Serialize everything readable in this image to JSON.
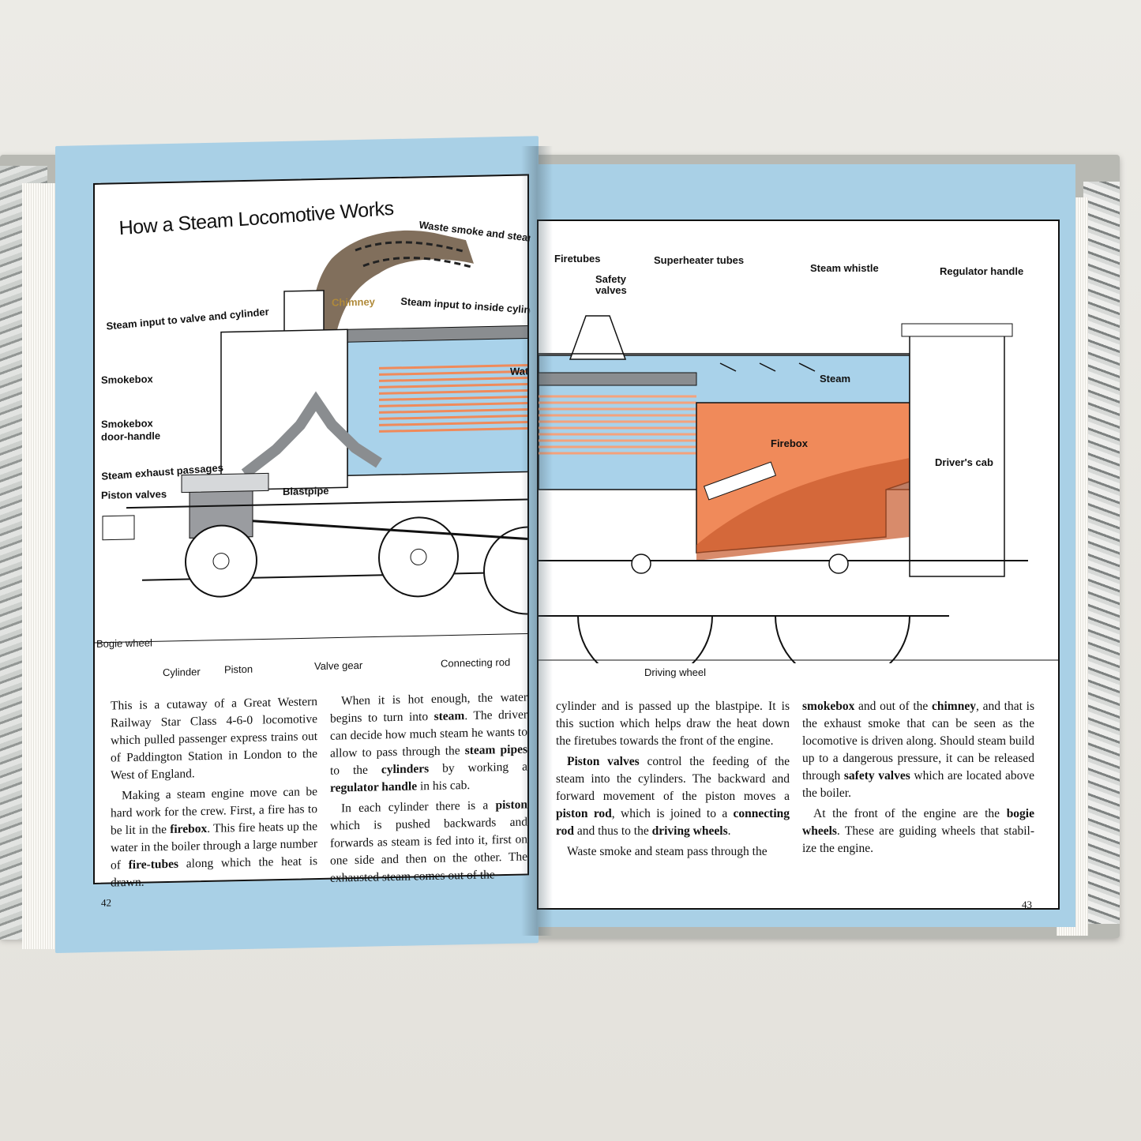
{
  "book": {
    "title": "How a Steam Locomotive Works",
    "left_page_number": "42",
    "right_page_number": "43"
  },
  "diagram_left_labels": {
    "waste_smoke": "Waste smoke and steam",
    "chimney": "Chimney",
    "steam_input_inside": "Steam input to inside cylinder",
    "steam_input_valve": "Steam input to valve and cylinder",
    "smokebox": "Smokebox",
    "smokebox_door_handle_1": "Smokebox",
    "smokebox_door_handle_2": "door-handle",
    "steam_exhaust_passages": "Steam exhaust passages",
    "piston_valves": "Piston valves",
    "blastpipe": "Blastpipe",
    "bogie_wheel": "Bogie wheel",
    "cylinder": "Cylinder",
    "piston": "Piston",
    "valve_gear": "Valve gear",
    "connecting_rod": "Connecting rod",
    "water_fragment": "Wat"
  },
  "diagram_right_labels": {
    "firetubes": "Firetubes",
    "superheater_tubes": "Superheater tubes",
    "safety_valves_1": "Safety",
    "safety_valves_2": "valves",
    "steam_whistle": "Steam whistle",
    "regulator_handle": "Regulator handle",
    "steam": "Steam",
    "firebox": "Firebox",
    "drivers_cab": "Driver's cab",
    "driving_wheel": "Driving wheel"
  },
  "text": {
    "col1_p1": "This is a cutaway of a Great Western Railway Star Class 4-6-0 locomotive which pulled passenger express trains out of Paddington Station in London to the West of England.",
    "col1_p2_a": "Making a steam engine move can be hard work for the crew. First, a fire has to be lit in the ",
    "col1_p2_b1": "firebox",
    "col1_p2_c": ". This fire heats up the water in the boiler through a large number of ",
    "col1_p2_b2": "fire-tubes",
    "col1_p2_d": " along which the heat is drawn.",
    "col2_p1_a": "When it is hot enough, the water begins to turn into ",
    "col2_p1_b1": "steam",
    "col2_p1_c": ". The driver can decide how much steam he wants to allow to pass through the ",
    "col2_p1_b2": "steam pipes",
    "col2_p1_d": " to the ",
    "col2_p1_b3": "cylinders",
    "col2_p1_e": " by working a ",
    "col2_p1_b4": "regulator handle",
    "col2_p1_f": " in his cab.",
    "col2_p2_a": "In each cylinder there is a ",
    "col2_p2_b1": "piston",
    "col2_p2_c": " which is pushed backwards and forwards as steam is fed into it, first on one side and then on the other. The exhausted steam comes out of the",
    "col3_p1": "cylinder and is passed up the blastpipe. It is this suction which helps draw the heat down the firetubes towards the front of the engine.",
    "col3_p2_b1": "Piston valves",
    "col3_p2_a": " control the feeding of the steam into the cylinders. The backward and forward movement of the piston moves a ",
    "col3_p2_b2": "piston rod",
    "col3_p2_c": ", which is joined to a ",
    "col3_p2_b3": "connecting rod",
    "col3_p2_d": " and thus to the ",
    "col3_p2_b4": "driving wheels",
    "col3_p2_e": ".",
    "col3_p3": "Waste smoke and steam pass through the",
    "col4_p1_b1": "smokebox",
    "col4_p1_a": " and out of the ",
    "col4_p1_b2": "chimney",
    "col4_p1_c": ", and that is the exhaust smoke that can be seen as the locomotive is driven along. Should steam build up to a dangerous pressure, it can be released through ",
    "col4_p1_b3": "safety valves",
    "col4_p1_d": " which are located above the boiler.",
    "col4_p2_a": "At the front of the engine are the ",
    "col4_p2_b1": "bogie wheels",
    "col4_p2_c": ". These are guiding wheels that stabil-ize the engine."
  },
  "colors": {
    "page_blue": "#a9d0e6",
    "boiler_blue": "#a9d2ea",
    "firebox_orange": "#f08a5a",
    "pipe_grey": "#8a8d90",
    "tube_orange": "#f4a27c"
  }
}
